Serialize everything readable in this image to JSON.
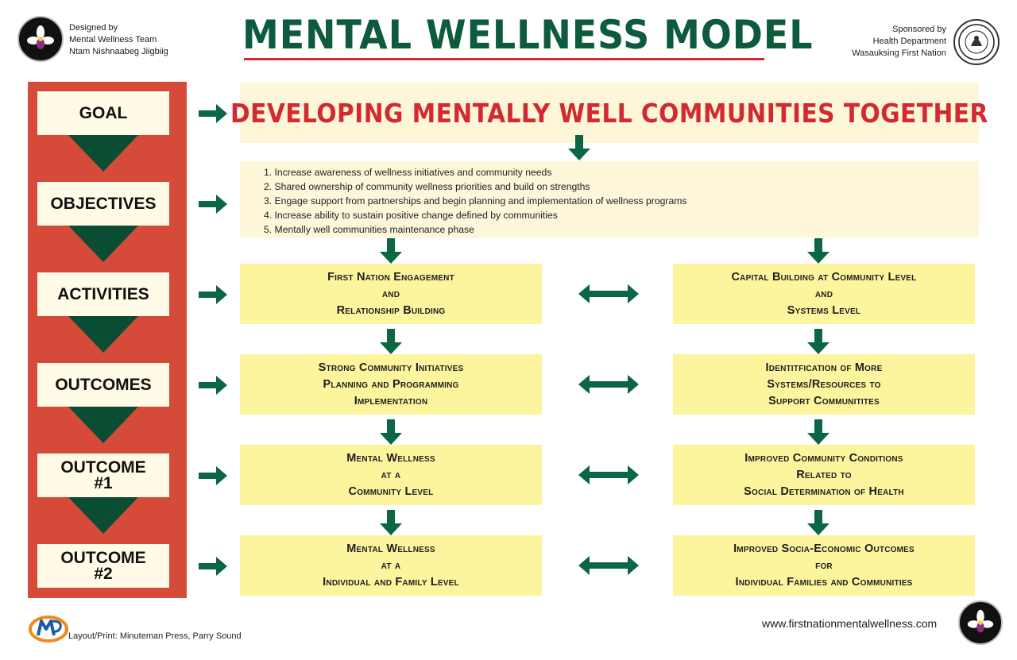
{
  "header": {
    "left_credit": [
      "Designed by",
      "Mental Wellness Team",
      "Ntam Nishnaabeg Jiigbiig"
    ],
    "title": "MENTAL WELLNESS MODEL",
    "right_credit": [
      "Sponsored by",
      "Health Department",
      "Wasauksing First Nation"
    ]
  },
  "stages": [
    {
      "label": "GOAL"
    },
    {
      "label": "OBJECTIVES"
    },
    {
      "label": "ACTIVITIES"
    },
    {
      "label": "OUTCOMES"
    },
    {
      "label_lines": [
        "OUTCOME",
        "#1"
      ]
    },
    {
      "label_lines": [
        "OUTCOME",
        "#2"
      ]
    }
  ],
  "goal": "DEVELOPING MENTALLY WELL COMMUNITIES TOGETHER",
  "objectives": [
    "1. Increase awareness of wellness initiatives and community needs",
    "2. Shared ownership of community wellness priorities and build on strengths",
    "3. Engage support from partnerships and begin planning and implementation of wellness programs",
    "4. Increase ability to sustain positive change defined by communities",
    "5. Mentally well communities maintenance phase"
  ],
  "rows": [
    {
      "left": [
        "First Nation Engagement",
        "and",
        "Relationship Building"
      ],
      "right": [
        "Capital Building at Community Level",
        "and",
        "Systems Level"
      ]
    },
    {
      "left": [
        "Strong Community Initiatives",
        "Planning and Programming",
        "Implementation"
      ],
      "right": [
        "Identitfication of More",
        "Systems/Resources to",
        "Support Communitites"
      ]
    },
    {
      "left": [
        "Mental Wellness",
        "at a",
        "Community Level"
      ],
      "right": [
        "Improved Community Conditions",
        "Related to",
        "Social Determination of Health"
      ]
    },
    {
      "left": [
        "Mental Wellness",
        "at a",
        "Individual and Family Level"
      ],
      "right": [
        "Improved Socia-Economic Outcomes",
        "for",
        "Individual Families and Communities"
      ]
    }
  ],
  "footer": {
    "print_credit": "Layout/Print: Minuteman Press, Parry Sound",
    "website": "www.firstnationmentalwellness.com"
  },
  "colors": {
    "title_green": "#0d5a3c",
    "accent_red": "#d32a30",
    "column_red": "#d54a39",
    "arrow_green": "#0b6644",
    "flow_box_yellow": "#fdf49e",
    "pale_box": "#fdf6d9"
  },
  "icons": {
    "left_logo": "ntam-nishnaabeg-jiigbiig-logo",
    "right_logo": "wasauksing-first-nation-seal",
    "footer_logo": "minuteman-press-logo",
    "arrows": "arrow-right-icon, arrow-down-icon, double-arrow-icon"
  }
}
